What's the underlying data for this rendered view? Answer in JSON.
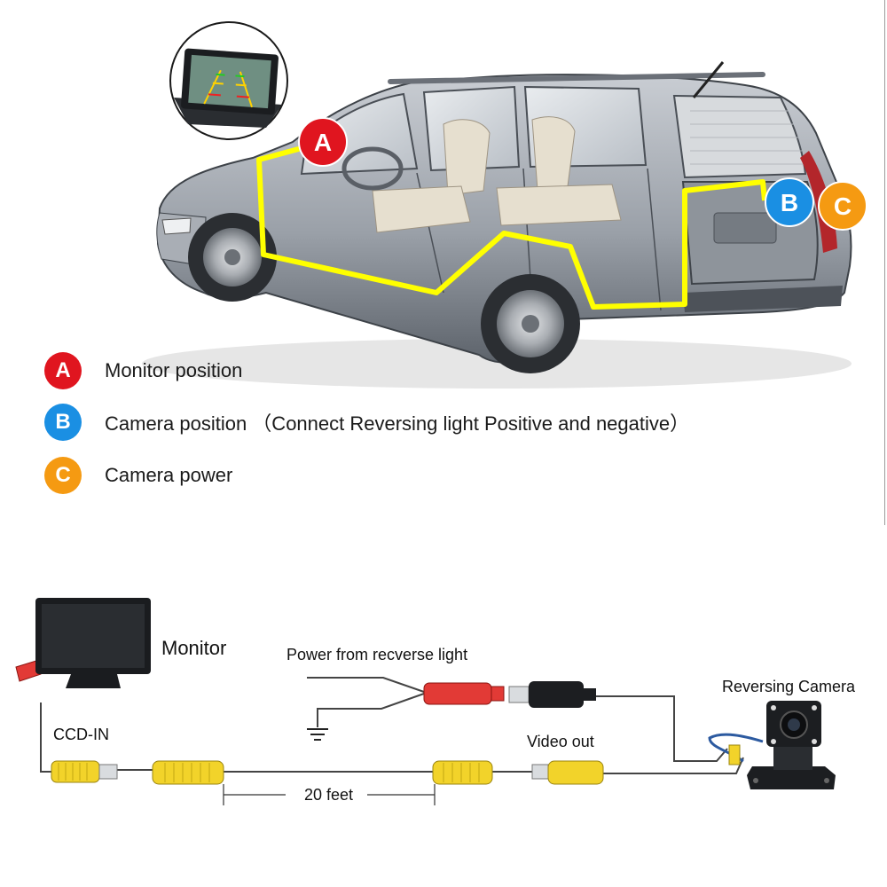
{
  "colors": {
    "badge_a": "#e0151f",
    "badge_b": "#1a8fe3",
    "badge_c": "#f59a12",
    "wire_route": "#ffff00",
    "rca_yellow": "#f2d32a",
    "rca_red": "#e23a36"
  },
  "badges": {
    "a": "A",
    "b": "B",
    "c": "C"
  },
  "legend": [
    {
      "badge": "A",
      "text": "Monitor position"
    },
    {
      "badge": "B",
      "text": "Camera position （Connect Reversing light Positive and negative）"
    },
    {
      "badge": "C",
      "text": "Camera power"
    }
  ],
  "wiring": {
    "monitor_label": "Monitor",
    "ccd_in_label": "CCD-IN",
    "power_label": "Power from recverse light",
    "video_out_label": "Video out",
    "cable_length_label": "20 feet",
    "camera_label": "Reversing Camera"
  },
  "icons": [
    "monitor-icon",
    "ground-symbol-icon",
    "rca-plug-icon",
    "dc-plug-icon",
    "reversing-camera-icon"
  ]
}
